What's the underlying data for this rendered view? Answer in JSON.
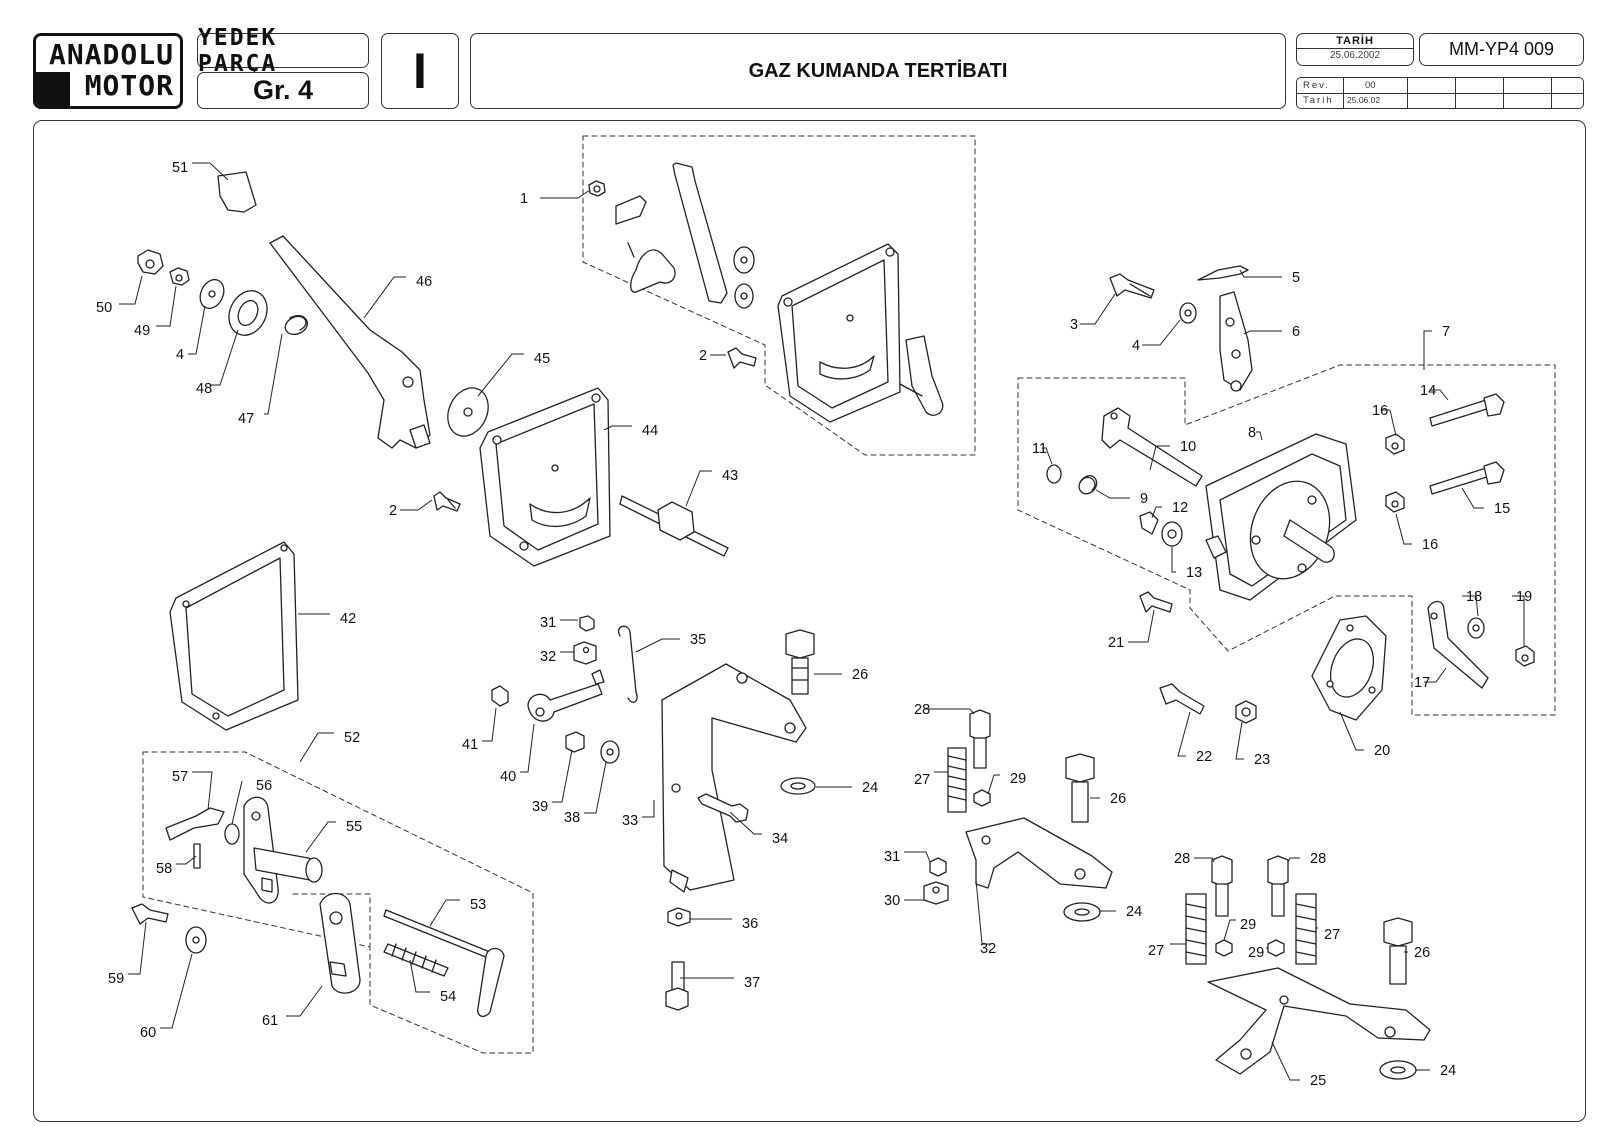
{
  "header": {
    "logo": {
      "line1": "ANADOLU",
      "line2": "MOTOR"
    },
    "section": "YEDEK PARÇA",
    "group": "Gr. 4",
    "volume": "I",
    "title": "GAZ KUMANDA TERTİBATI",
    "date_label": "TARİH",
    "date_value": "25.06.2002",
    "doc_code": "MM-YP4 009",
    "rev_label": "Rev.",
    "rev_value": "00",
    "rev_date_label": "Tarih",
    "rev_date_value": "25.06.02"
  },
  "part_labels": [
    {
      "id": "p1",
      "text": "1"
    },
    {
      "id": "p2a",
      "text": "2"
    },
    {
      "id": "p2b",
      "text": "2"
    },
    {
      "id": "p3",
      "text": "3"
    },
    {
      "id": "p4a",
      "text": "4"
    },
    {
      "id": "p4b",
      "text": "4"
    },
    {
      "id": "p5",
      "text": "5"
    },
    {
      "id": "p6",
      "text": "6"
    },
    {
      "id": "p7",
      "text": "7"
    },
    {
      "id": "p8",
      "text": "8"
    },
    {
      "id": "p9",
      "text": "9"
    },
    {
      "id": "p10",
      "text": "10"
    },
    {
      "id": "p11",
      "text": "11"
    },
    {
      "id": "p12",
      "text": "12"
    },
    {
      "id": "p13",
      "text": "13"
    },
    {
      "id": "p14",
      "text": "14"
    },
    {
      "id": "p15",
      "text": "15"
    },
    {
      "id": "p16a",
      "text": "16"
    },
    {
      "id": "p16b",
      "text": "16"
    },
    {
      "id": "p17",
      "text": "17"
    },
    {
      "id": "p18",
      "text": "18"
    },
    {
      "id": "p19",
      "text": "19"
    },
    {
      "id": "p20",
      "text": "20"
    },
    {
      "id": "p21",
      "text": "21"
    },
    {
      "id": "p22",
      "text": "22"
    },
    {
      "id": "p23",
      "text": "23"
    },
    {
      "id": "p24a",
      "text": "24"
    },
    {
      "id": "p24b",
      "text": "24"
    },
    {
      "id": "p24c",
      "text": "24"
    },
    {
      "id": "p25",
      "text": "25"
    },
    {
      "id": "p26a",
      "text": "26"
    },
    {
      "id": "p26b",
      "text": "26"
    },
    {
      "id": "p26c",
      "text": "26"
    },
    {
      "id": "p27a",
      "text": "27"
    },
    {
      "id": "p27b",
      "text": "27"
    },
    {
      "id": "p27c",
      "text": "27"
    },
    {
      "id": "p28a",
      "text": "28"
    },
    {
      "id": "p28b",
      "text": "28"
    },
    {
      "id": "p28c",
      "text": "28"
    },
    {
      "id": "p29a",
      "text": "29"
    },
    {
      "id": "p29b",
      "text": "29"
    },
    {
      "id": "p29c",
      "text": "29"
    },
    {
      "id": "p30",
      "text": "30"
    },
    {
      "id": "p31a",
      "text": "31"
    },
    {
      "id": "p31b",
      "text": "31"
    },
    {
      "id": "p32a",
      "text": "32"
    },
    {
      "id": "p32b",
      "text": "32"
    },
    {
      "id": "p33",
      "text": "33"
    },
    {
      "id": "p34",
      "text": "34"
    },
    {
      "id": "p35",
      "text": "35"
    },
    {
      "id": "p36",
      "text": "36"
    },
    {
      "id": "p37",
      "text": "37"
    },
    {
      "id": "p38",
      "text": "38"
    },
    {
      "id": "p39",
      "text": "39"
    },
    {
      "id": "p40",
      "text": "40"
    },
    {
      "id": "p41",
      "text": "41"
    },
    {
      "id": "p42",
      "text": "42"
    },
    {
      "id": "p43",
      "text": "43"
    },
    {
      "id": "p44",
      "text": "44"
    },
    {
      "id": "p45",
      "text": "45"
    },
    {
      "id": "p46",
      "text": "46"
    },
    {
      "id": "p47",
      "text": "47"
    },
    {
      "id": "p48",
      "text": "48"
    },
    {
      "id": "p49",
      "text": "49"
    },
    {
      "id": "p50",
      "text": "50"
    },
    {
      "id": "p51",
      "text": "51"
    },
    {
      "id": "p52",
      "text": "52"
    },
    {
      "id": "p53",
      "text": "53"
    },
    {
      "id": "p54",
      "text": "54"
    },
    {
      "id": "p55",
      "text": "55"
    },
    {
      "id": "p56",
      "text": "56"
    },
    {
      "id": "p57",
      "text": "57"
    },
    {
      "id": "p58",
      "text": "58"
    },
    {
      "id": "p59",
      "text": "59"
    },
    {
      "id": "p60",
      "text": "60"
    },
    {
      "id": "p61",
      "text": "61"
    }
  ]
}
